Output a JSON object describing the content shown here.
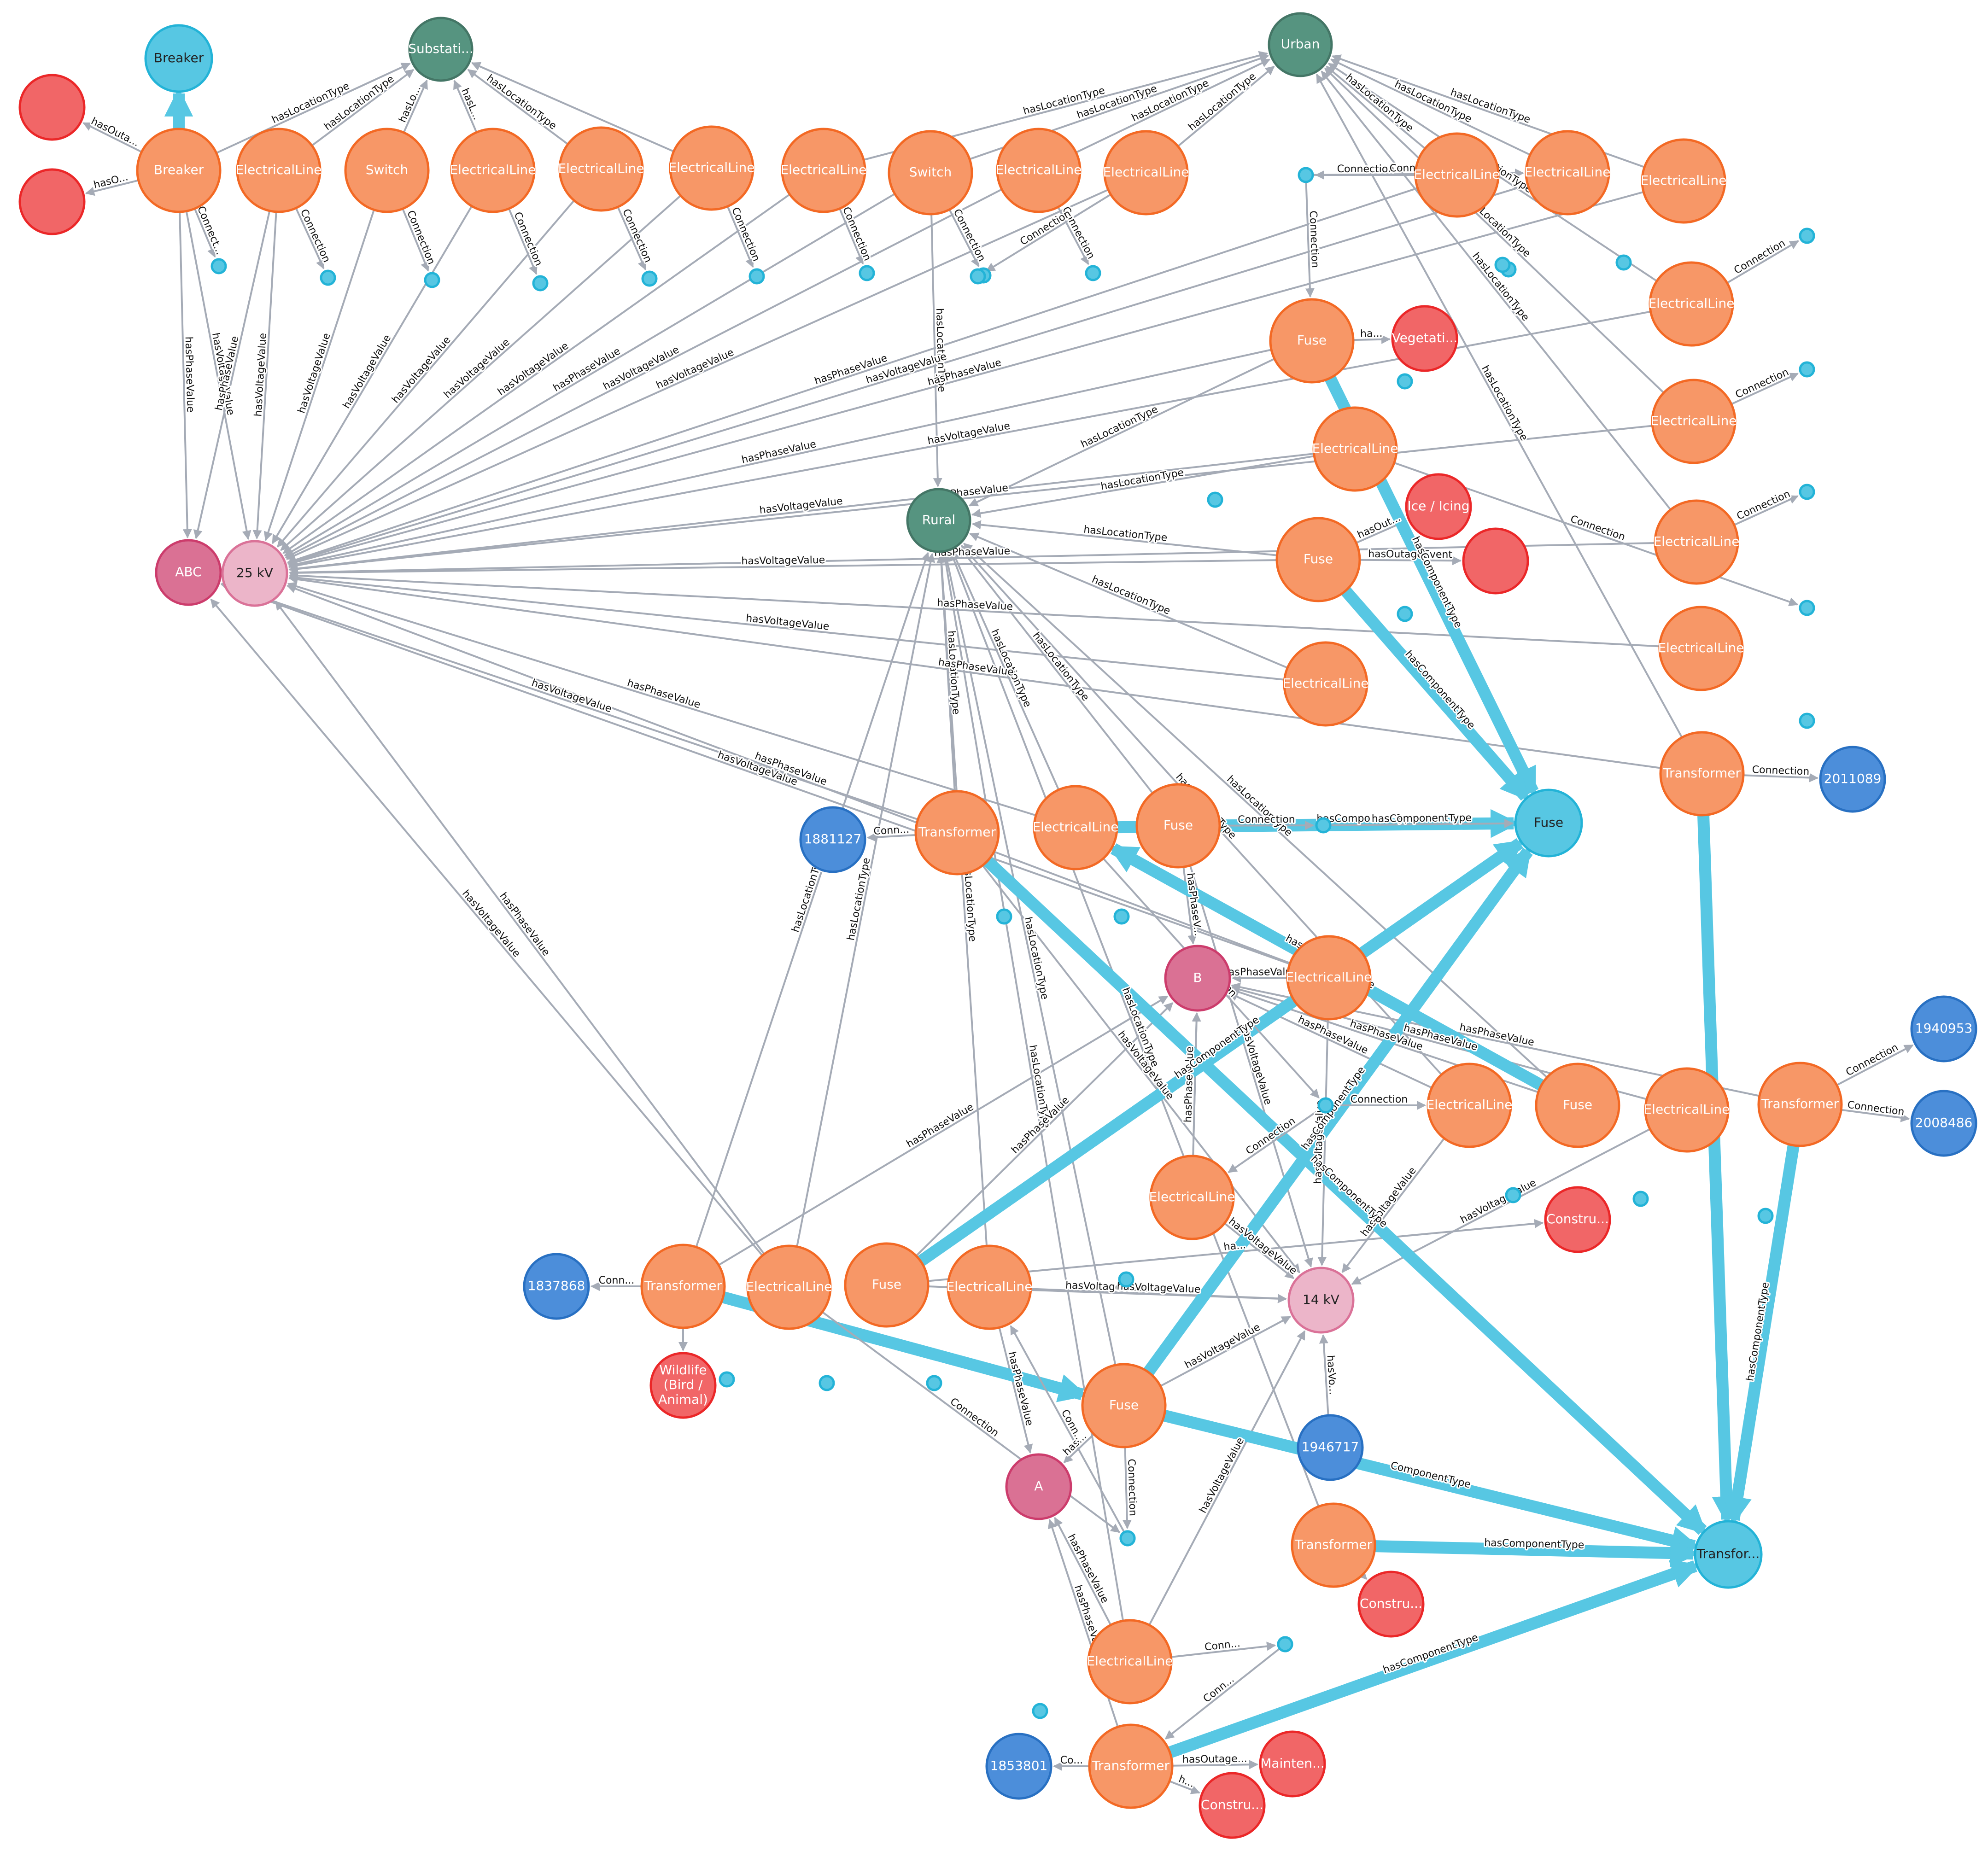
{
  "colors": {
    "component": "#f79767",
    "component_stroke": "#f36924",
    "location_type": "#569480",
    "location_type_stroke": "#447666",
    "outage": "#f16667",
    "outage_stroke": "#eb2728",
    "phase": "#da7194",
    "phase_stroke": "#cc3c6c",
    "voltage": "#ecb5c9",
    "voltage_stroke": "#da7298",
    "component_type": "#57c7e3",
    "component_type_stroke": "#23b3d7",
    "customer": "#4c8eda",
    "customer_stroke": "#2870c2",
    "connection": "#57c7e3",
    "connection_stroke": "#23b3d7",
    "edge": "#a5abb6",
    "component_type_edge": "#57c7e3"
  },
  "nodes": [
    {
      "id": "breakerT",
      "label": "Breaker",
      "kind": "component_type"
    },
    {
      "id": "substation",
      "label": "Substati...",
      "kind": "location_type"
    },
    {
      "id": "urban",
      "label": "Urban",
      "kind": "location_type"
    },
    {
      "id": "rural",
      "label": "Rural",
      "kind": "location_type"
    },
    {
      "id": "fuseT",
      "label": "Fuse",
      "kind": "component_type"
    },
    {
      "id": "transT",
      "label": "Transfor...",
      "kind": "component_type"
    },
    {
      "id": "o1",
      "label": "",
      "kind": "outage"
    },
    {
      "id": "o2",
      "label": "",
      "kind": "outage"
    },
    {
      "id": "veg",
      "label": "Vegetati...",
      "kind": "outage"
    },
    {
      "id": "ice",
      "label": "Ice / Icing",
      "kind": "outage"
    },
    {
      "id": "o3",
      "label": "",
      "kind": "outage"
    },
    {
      "id": "constr1",
      "label": "Constru...",
      "kind": "outage"
    },
    {
      "id": "wildlife",
      "label": "Wildlife (Bird / Animal)",
      "kind": "outage"
    },
    {
      "id": "constr2",
      "label": "Constru...",
      "kind": "outage"
    },
    {
      "id": "mainten",
      "label": "Mainten...",
      "kind": "outage"
    },
    {
      "id": "constr3",
      "label": "Constru...",
      "kind": "outage"
    },
    {
      "id": "abc",
      "label": "ABC",
      "kind": "phase"
    },
    {
      "id": "pB",
      "label": "B",
      "kind": "phase"
    },
    {
      "id": "pA",
      "label": "A",
      "kind": "phase"
    },
    {
      "id": "v25",
      "label": "25 kV",
      "kind": "voltage"
    },
    {
      "id": "v14",
      "label": "14 kV",
      "kind": "voltage"
    },
    {
      "id": "c2011089",
      "label": "2011089",
      "kind": "customer"
    },
    {
      "id": "c1881127",
      "label": "1881127",
      "kind": "customer"
    },
    {
      "id": "c1940953",
      "label": "1940953",
      "kind": "customer"
    },
    {
      "id": "c2008486",
      "label": "2008486",
      "kind": "customer"
    },
    {
      "id": "c1837868",
      "label": "1837868",
      "kind": "customer"
    },
    {
      "id": "c1946717",
      "label": "1946717",
      "kind": "customer"
    },
    {
      "id": "c1853801",
      "label": "1853801",
      "kind": "customer"
    },
    {
      "id": "breaker",
      "label": "Breaker",
      "kind": "component"
    },
    {
      "id": "el1",
      "label": "ElectricalLine",
      "kind": "component"
    },
    {
      "id": "sw1",
      "label": "Switch",
      "kind": "component"
    },
    {
      "id": "el2",
      "label": "ElectricalLine",
      "kind": "component"
    },
    {
      "id": "el3",
      "label": "ElectricalLine",
      "kind": "component"
    },
    {
      "id": "el4",
      "label": "ElectricalLine",
      "kind": "component"
    },
    {
      "id": "el5",
      "label": "ElectricalLine",
      "kind": "component"
    },
    {
      "id": "sw2",
      "label": "Switch",
      "kind": "component"
    },
    {
      "id": "el6",
      "label": "ElectricalLine",
      "kind": "component"
    },
    {
      "id": "el7",
      "label": "ElectricalLine",
      "kind": "component"
    },
    {
      "id": "el8",
      "label": "ElectricalLine",
      "kind": "component"
    },
    {
      "id": "el9",
      "label": "ElectricalLine",
      "kind": "component"
    },
    {
      "id": "el10",
      "label": "ElectricalLine",
      "kind": "component"
    },
    {
      "id": "el11",
      "label": "ElectricalLine",
      "kind": "component"
    },
    {
      "id": "el12",
      "label": "ElectricalLine",
      "kind": "component"
    },
    {
      "id": "el13",
      "label": "ElectricalLine",
      "kind": "component"
    },
    {
      "id": "el14",
      "label": "ElectricalLine",
      "kind": "component"
    },
    {
      "id": "fuse1",
      "label": "Fuse",
      "kind": "component"
    },
    {
      "id": "el15",
      "label": "ElectricalLine",
      "kind": "component"
    },
    {
      "id": "fuse2",
      "label": "Fuse",
      "kind": "component"
    },
    {
      "id": "el16",
      "label": "ElectricalLine",
      "kind": "component"
    },
    {
      "id": "trans1",
      "label": "Transformer",
      "kind": "component"
    },
    {
      "id": "trans2",
      "label": "Transformer",
      "kind": "component"
    },
    {
      "id": "el17",
      "label": "ElectricalLine",
      "kind": "component"
    },
    {
      "id": "fuse3",
      "label": "Fuse",
      "kind": "component"
    },
    {
      "id": "el18",
      "label": "ElectricalLine",
      "kind": "component"
    },
    {
      "id": "el19",
      "label": "ElectricalLine",
      "kind": "component"
    },
    {
      "id": "fuse4",
      "label": "Fuse",
      "kind": "component"
    },
    {
      "id": "el20",
      "label": "ElectricalLine",
      "kind": "component"
    },
    {
      "id": "trans3",
      "label": "Transformer",
      "kind": "component"
    },
    {
      "id": "el21",
      "label": "ElectricalLine",
      "kind": "component"
    },
    {
      "id": "trans4",
      "label": "Transformer",
      "kind": "component"
    },
    {
      "id": "el22",
      "label": "ElectricalLine",
      "kind": "component"
    },
    {
      "id": "fuse5",
      "label": "Fuse",
      "kind": "component"
    },
    {
      "id": "el23",
      "label": "ElectricalLine",
      "kind": "component"
    },
    {
      "id": "fuse6",
      "label": "Fuse",
      "kind": "component"
    },
    {
      "id": "el24",
      "label": "ElectricalLine",
      "kind": "component"
    },
    {
      "id": "trans5",
      "label": "Transformer",
      "kind": "component"
    },
    {
      "id": "el25",
      "label": "ElectricalLine",
      "kind": "component"
    },
    {
      "id": "trans6",
      "label": "Transformer",
      "kind": "component"
    }
  ],
  "edges": [
    {
      "from": "breaker",
      "to": "breakerT",
      "label": "",
      "thick": true
    },
    {
      "from": "breaker",
      "to": "o1",
      "label": "hasOuta..."
    },
    {
      "from": "breaker",
      "to": "o2",
      "label": "hasO..."
    },
    {
      "from": "breaker",
      "to": "substation",
      "label": "hasLocationType"
    },
    {
      "from": "el1",
      "to": "substation",
      "label": "hasLocationType"
    },
    {
      "from": "sw1",
      "to": "substation",
      "label": "hasLo..."
    },
    {
      "from": "el2",
      "to": "substation",
      "label": "hasL..."
    },
    {
      "from": "el3",
      "to": "substation",
      "label": "hasLocationType"
    },
    {
      "from": "el4",
      "to": "substation",
      "label": ""
    },
    {
      "from": "el5",
      "to": "urban",
      "label": "hasLocationType"
    },
    {
      "from": "sw2",
      "to": "urban",
      "label": "hasLocationType"
    },
    {
      "from": "el6",
      "to": "urban",
      "label": "hasLocationType"
    },
    {
      "from": "el7",
      "to": "urban",
      "label": "hasLocationType"
    },
    {
      "from": "el8",
      "to": "urban",
      "label": "hasLocationType"
    },
    {
      "from": "el9",
      "to": "urban",
      "label": "hasLocationType"
    },
    {
      "from": "el10",
      "to": "urban",
      "label": "hasLocationType"
    },
    {
      "from": "el11",
      "to": "urban",
      "label": "hasLocationType"
    },
    {
      "from": "el12",
      "to": "urban",
      "label": "hasLocationType"
    },
    {
      "from": "el13",
      "to": "urban",
      "label": "hasLocationType"
    },
    {
      "from": "trans2",
      "to": "urban",
      "label": "hasLocationType"
    },
    {
      "from": "el14",
      "to": "rural",
      "label": "hasLocationType"
    },
    {
      "from": "fuse2",
      "to": "rural",
      "label": "hasLocationType"
    },
    {
      "from": "el15",
      "to": "rural",
      "label": "hasLocationType"
    },
    {
      "from": "fuse1",
      "to": "rural",
      "label": "hasLocationType"
    },
    {
      "from": "fuse3",
      "to": "rural",
      "label": "hasLocationType"
    },
    {
      "from": "el17",
      "to": "rural",
      "label": "hasLocationType"
    },
    {
      "from": "trans1",
      "to": "rural",
      "label": "hasLocationType"
    },
    {
      "from": "trans4",
      "to": "rural",
      "label": "hasLocationTy"
    },
    {
      "from": "el21",
      "to": "rural",
      "label": "hasLocationType"
    },
    {
      "from": "fuse5",
      "to": "rural",
      "label": "hasLocationType"
    },
    {
      "from": "el22",
      "to": "rural",
      "label": "hasLocationType"
    },
    {
      "from": "fuse4",
      "to": "rural",
      "label": "hasLocationType"
    },
    {
      "from": "el25",
      "to": "rural",
      "label": "hasLocationType"
    },
    {
      "from": "trans5",
      "to": "rural",
      "label": "hasLocationType"
    },
    {
      "from": "el18",
      "to": "rural",
      "label": "hasLocationType"
    },
    {
      "from": "sw2",
      "to": "rural",
      "label": "hasLocationType"
    },
    {
      "from": "breaker",
      "to": "abc",
      "label": "hasPhaseValue"
    },
    {
      "from": "breaker",
      "to": "v25",
      "label": "hasVoltageValue"
    },
    {
      "from": "el1",
      "to": "abc",
      "label": "hasPhaseValue"
    },
    {
      "from": "el1",
      "to": "v25",
      "label": "hasVoltageValue"
    },
    {
      "from": "sw1",
      "to": "v25",
      "label": "hasVoltageValue"
    },
    {
      "from": "el2",
      "to": "v25",
      "label": "hasVoltageValue"
    },
    {
      "from": "el3",
      "to": "v25",
      "label": "hasVoltageValue"
    },
    {
      "from": "el4",
      "to": "v25",
      "label": "hasVoltageValue"
    },
    {
      "from": "el5",
      "to": "v25",
      "label": "hasVoltageValue"
    },
    {
      "from": "sw2",
      "to": "v25",
      "label": "hasPhaseValue"
    },
    {
      "from": "el6",
      "to": "v25",
      "label": "hasVoltageValue"
    },
    {
      "from": "el7",
      "to": "v25",
      "label": "hasVoltageValue"
    },
    {
      "from": "el8",
      "to": "v25",
      "label": "hasPhaseValue"
    },
    {
      "from": "el9",
      "to": "v25",
      "label": "hasVoltageValue"
    },
    {
      "from": "el10",
      "to": "v25",
      "label": "hasPhaseValue"
    },
    {
      "from": "el11",
      "to": "v25",
      "label": "hasVoltageValue"
    },
    {
      "from": "el14",
      "to": "v25",
      "label": "hasVoltageValue"
    },
    {
      "from": "fuse2",
      "to": "v25",
      "label": "hasVoltageValue"
    },
    {
      "from": "el12",
      "to": "v25",
      "label": "hasPhaseValue"
    },
    {
      "from": "el13",
      "to": "v25",
      "label": "hasPhaseValue"
    },
    {
      "from": "el15",
      "to": "v25",
      "label": "hasVoltageValue"
    },
    {
      "from": "trans2",
      "to": "v25",
      "label": "hasPhaseValue"
    },
    {
      "from": "trans1",
      "to": "abc",
      "label": "hasVoltageValue"
    },
    {
      "from": "el17",
      "to": "v25",
      "label": "hasPhaseValue"
    },
    {
      "from": "el19",
      "to": "abc",
      "label": "hasVoltageValue"
    },
    {
      "from": "el19",
      "to": "v25",
      "label": "hasPhaseValue"
    },
    {
      "from": "el21",
      "to": "abc",
      "label": "hasVoltageValue"
    },
    {
      "from": "el21",
      "to": "v25",
      "label": "hasPhaseValue"
    },
    {
      "from": "fuse1",
      "to": "v25",
      "label": "hasPhaseValue"
    },
    {
      "from": "el16",
      "to": "v25",
      "label": "hasPhaseValue"
    },
    {
      "from": "trans4",
      "to": "pB",
      "label": "hasPhaseValue"
    },
    {
      "from": "el20",
      "to": "pB",
      "label": "hasPhaseValue"
    },
    {
      "from": "fuse5",
      "to": "pB",
      "label": "hasPhaseValue"
    },
    {
      "from": "el19",
      "to": "pB",
      "label": "hasPhaseValue"
    },
    {
      "from": "el23",
      "to": "pB",
      "label": "hasPhaseValue"
    },
    {
      "from": "el24",
      "to": "pB",
      "label": "hasPhaseValue"
    },
    {
      "from": "fuse6",
      "to": "pB",
      "label": "hasPhaseValue"
    },
    {
      "from": "trans3",
      "to": "pB",
      "label": "hasPhaseValue"
    },
    {
      "from": "fuse3",
      "to": "pB",
      "label": "hasPhaseV..."
    },
    {
      "from": "el18",
      "to": "pB",
      "label": "hasPhaseValue"
    },
    {
      "from": "trans1",
      "to": "v14",
      "label": "hasVoltageValue"
    },
    {
      "from": "el18",
      "to": "v14",
      "label": "hasVoltageValue"
    },
    {
      "from": "fuse3",
      "to": "v14",
      "label": "hasVoltageValue"
    },
    {
      "from": "el19",
      "to": "v14",
      "label": "hasVoltageValue"
    },
    {
      "from": "el23",
      "to": "v14",
      "label": "hasVoltageValue"
    },
    {
      "from": "fuse6",
      "to": "v14",
      "label": "hasVoltageValue"
    },
    {
      "from": "el24",
      "to": "v14",
      "label": "hasVoltageValue"
    },
    {
      "from": "el22",
      "to": "v14",
      "label": "hasVoltageValue"
    },
    {
      "from": "fuse4",
      "to": "v14",
      "label": "hasVoltageValue"
    },
    {
      "from": "el25",
      "to": "v14",
      "label": "hasVoltageValue"
    },
    {
      "from": "c1946717",
      "to": "v14",
      "label": "hasVo..."
    },
    {
      "from": "fuse4",
      "to": "pA",
      "label": "has..."
    },
    {
      "from": "el25",
      "to": "pA",
      "label": "hasPhaseValue"
    },
    {
      "from": "el22",
      "to": "pA",
      "label": "hasPhaseValue"
    },
    {
      "from": "trans6",
      "to": "pA",
      "label": "hasPhaseValue"
    },
    {
      "from": "fuse1",
      "to": "veg",
      "label": "ha..."
    },
    {
      "from": "fuse2",
      "to": "ice",
      "label": "hasOut..."
    },
    {
      "from": "fuse2",
      "to": "o3",
      "label": "hasOutageEvent"
    },
    {
      "from": "fuse6",
      "to": "constr1",
      "label": "ha..."
    },
    {
      "from": "trans4",
      "to": "wildlife",
      "label": ""
    },
    {
      "from": "trans5",
      "to": "constr2",
      "label": ""
    },
    {
      "from": "trans6",
      "to": "mainten",
      "label": "hasOutage..."
    },
    {
      "from": "trans6",
      "to": "constr3",
      "label": "h..."
    },
    {
      "from": "fuse1",
      "to": "fuseT",
      "label": "hasComponentType",
      "thick": true
    },
    {
      "from": "fuse2",
      "to": "fuseT",
      "label": "hasComponentType",
      "thick": true
    },
    {
      "from": "fuse3",
      "to": "fuseT",
      "label": "hasComponentType",
      "thick": true
    },
    {
      "from": "el17",
      "to": "fuseT",
      "label": "",
      "thick": true
    },
    {
      "from": "fuse6",
      "to": "fuseT",
      "label": "hasComponentType",
      "thick": true
    },
    {
      "from": "fuse4",
      "to": "fuseT",
      "label": "hasComponentType",
      "thick": true
    },
    {
      "from": "fuse5",
      "to": "el17",
      "label": "hasComponentType",
      "thick": true
    },
    {
      "from": "trans1",
      "to": "transT",
      "label": "hasComponentType",
      "thick": true
    },
    {
      "from": "trans2",
      "to": "transT",
      "label": "",
      "thick": true
    },
    {
      "from": "trans3",
      "to": "transT",
      "label": "hasComponentType",
      "thick": true
    },
    {
      "from": "trans4",
      "to": "fuse4",
      "label": "",
      "thick": true
    },
    {
      "from": "fuse4",
      "to": "transT",
      "label": "ComponentType",
      "thick": true
    },
    {
      "from": "trans5",
      "to": "transT",
      "label": "hasComponentType",
      "thick": true
    },
    {
      "from": "trans6",
      "to": "transT",
      "label": "hasComponentType",
      "thick": true
    },
    {
      "from": "el1",
      "to": "cn1",
      "label": "Connection"
    },
    {
      "from": "breaker",
      "to": "cn0",
      "label": "Connect..."
    },
    {
      "from": "sw1",
      "to": "cn2",
      "label": "Connection"
    },
    {
      "from": "el2",
      "to": "cn3",
      "label": "Connection"
    },
    {
      "from": "el3",
      "to": "cn4",
      "label": "Connection"
    },
    {
      "from": "el4",
      "to": "cn5",
      "label": "Connection"
    },
    {
      "from": "el5",
      "to": "cn6",
      "label": "Connection"
    },
    {
      "from": "sw2",
      "to": "cn7",
      "label": "Connection"
    },
    {
      "from": "el6",
      "to": "cn8",
      "label": "Connection"
    },
    {
      "from": "el7",
      "to": "cn9",
      "label": "Connection"
    },
    {
      "from": "el8",
      "to": "cn10",
      "label": "Connection"
    },
    {
      "from": "cn10",
      "to": "el9",
      "label": "Connection"
    },
    {
      "from": "cn10",
      "to": "fuse1",
      "label": "Connection"
    },
    {
      "from": "el11",
      "to": "cn11",
      "label": "Connection"
    },
    {
      "from": "el12",
      "to": "cn12",
      "label": "Connection"
    },
    {
      "from": "el13",
      "to": "cn13",
      "label": "Connection"
    },
    {
      "from": "el14",
      "to": "cn14",
      "label": "Connection"
    },
    {
      "from": "trans2",
      "to": "c2011089",
      "label": "Connection"
    },
    {
      "from": "trans1",
      "to": "c1881127",
      "label": "Conn..."
    },
    {
      "from": "trans3",
      "to": "c1940953",
      "label": "Connection"
    },
    {
      "from": "trans3",
      "to": "c2008486",
      "label": "Connection"
    },
    {
      "from": "trans4",
      "to": "c1837868",
      "label": "Conn..."
    },
    {
      "from": "trans6",
      "to": "c1853801",
      "label": "Co..."
    },
    {
      "from": "fuse3",
      "to": "cn15",
      "label": "Connection"
    },
    {
      "from": "cn15",
      "to": "fuseT",
      "label": "hasComponentType"
    },
    {
      "from": "el17",
      "to": "cn16",
      "label": "Connection"
    },
    {
      "from": "cn16",
      "to": "el20",
      "label": "Connection"
    },
    {
      "from": "cn16",
      "to": "el18",
      "label": "Connection"
    },
    {
      "from": "el21",
      "to": "cn17",
      "label": "Connection"
    },
    {
      "from": "cn17",
      "to": "el22",
      "label": "Conn..."
    },
    {
      "from": "fuse4",
      "to": "cn18",
      "label": "Connection"
    },
    {
      "from": "el25",
      "to": "cn19",
      "label": "Conn..."
    },
    {
      "from": "cn19",
      "to": "trans6",
      "label": "Conn..."
    }
  ],
  "connections": [
    "cn0",
    "cn1",
    "cn2",
    "cn3",
    "cn4",
    "cn5",
    "cn6",
    "cn7",
    "cn8",
    "cn9",
    "cn10",
    "cn11",
    "cn12",
    "cn13",
    "cn14",
    "cn15",
    "cn16",
    "cn17",
    "cn18",
    "cn19",
    "cn20",
    "cn21",
    "cn22",
    "cn23",
    "cn24",
    "cn25",
    "cn26",
    "cn27",
    "cn28",
    "cn29",
    "cn30",
    "cn31",
    "cn32",
    "cn33",
    "cn34",
    "cn35",
    "cn36",
    "cn37",
    "cn38",
    "cn39"
  ]
}
